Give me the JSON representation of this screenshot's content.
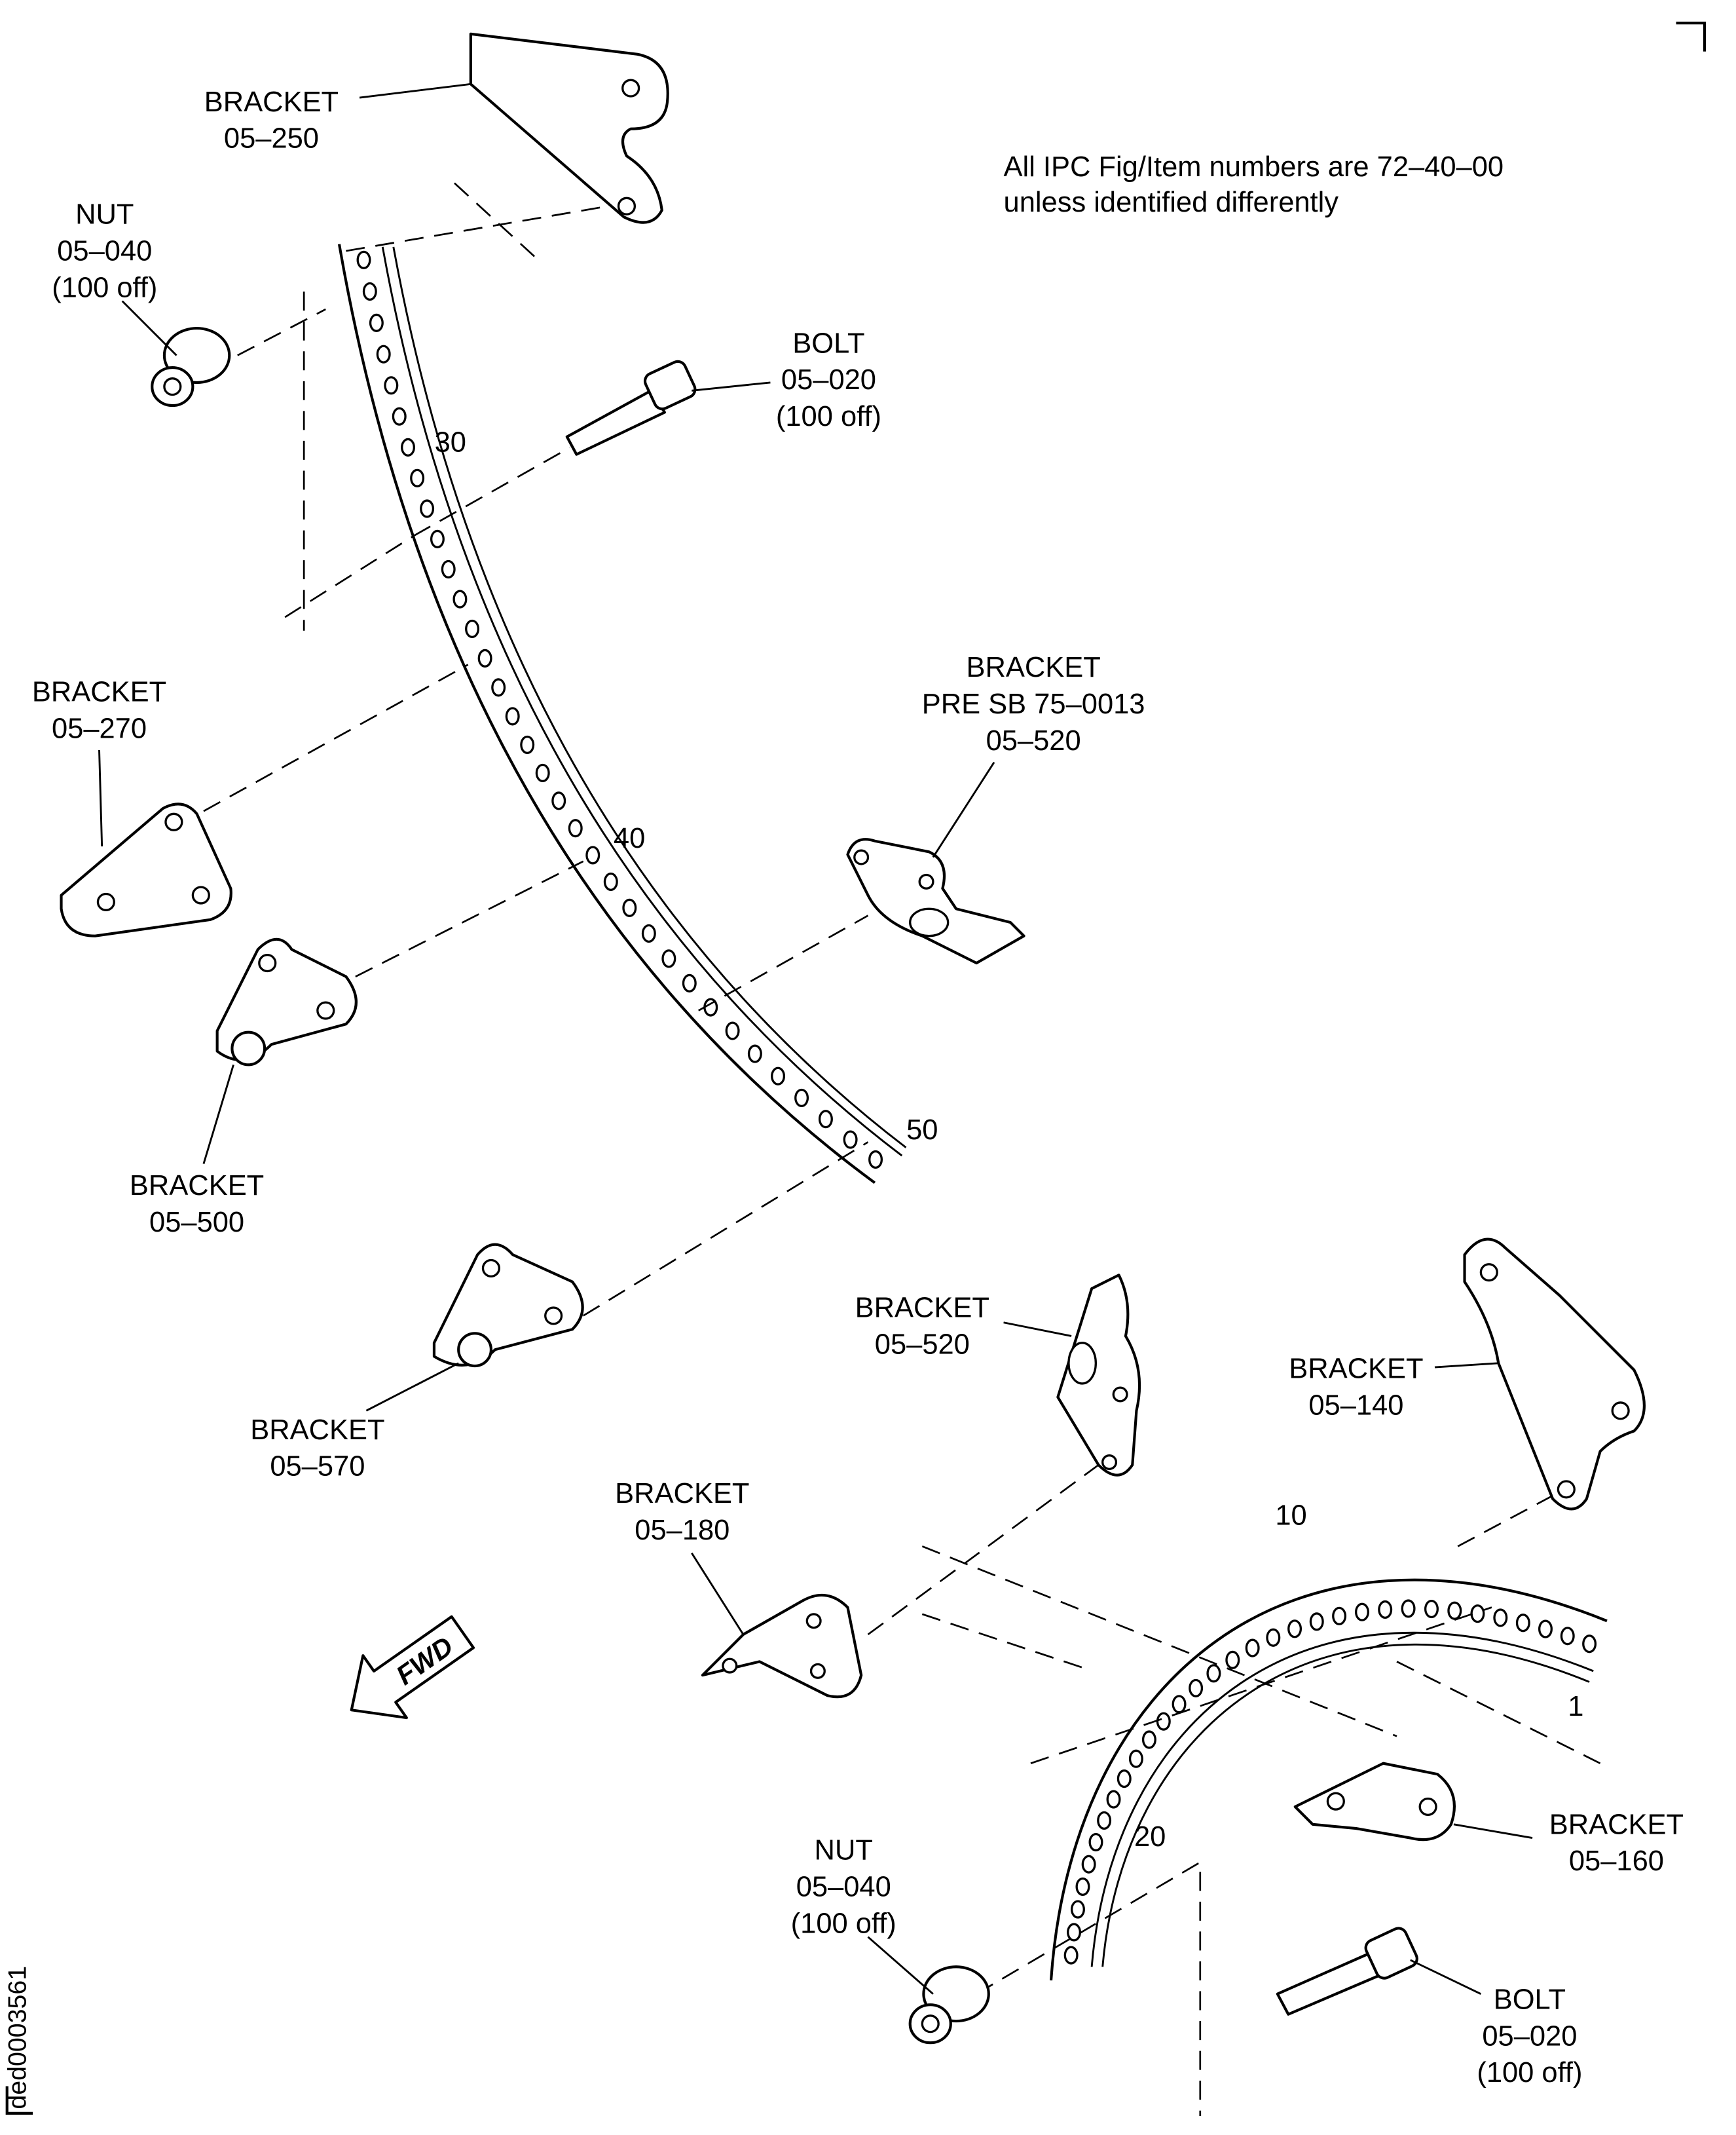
{
  "note": {
    "line1": "All IPC Fig/Item numbers are 72–40–00",
    "line2": "unless identified differently"
  },
  "drawing_id": "ded0003561",
  "fwd_arrow": "FWD",
  "hole_numbers": {
    "n1": "1",
    "n10": "10",
    "n20": "20",
    "n30": "30",
    "n40": "40",
    "n50": "50"
  },
  "callouts": {
    "bracket_250": {
      "name": "BRACKET",
      "item": "05–250"
    },
    "nut_top": {
      "name": "NUT",
      "item": "05–040",
      "qty": "(100 off)"
    },
    "bolt_top": {
      "name": "BOLT",
      "item": "05–020",
      "qty": "(100 off)"
    },
    "bracket_270": {
      "name": "BRACKET",
      "item": "05–270"
    },
    "bracket_520_pre": {
      "name": "BRACKET",
      "note": "PRE SB 75–0013",
      "item": "05–520"
    },
    "bracket_500": {
      "name": "BRACKET",
      "item": "05–500"
    },
    "bracket_570": {
      "name": "BRACKET",
      "item": "05–570"
    },
    "bracket_520": {
      "name": "BRACKET",
      "item": "05–520"
    },
    "bracket_140": {
      "name": "BRACKET",
      "item": "05–140"
    },
    "bracket_180": {
      "name": "BRACKET",
      "item": "05–180"
    },
    "bracket_160": {
      "name": "BRACKET",
      "item": "05–160"
    },
    "nut_bottom": {
      "name": "NUT",
      "item": "05–040",
      "qty": "(100 off)"
    },
    "bolt_bottom": {
      "name": "BOLT",
      "item": "05–020",
      "qty": "(100 off)"
    }
  }
}
